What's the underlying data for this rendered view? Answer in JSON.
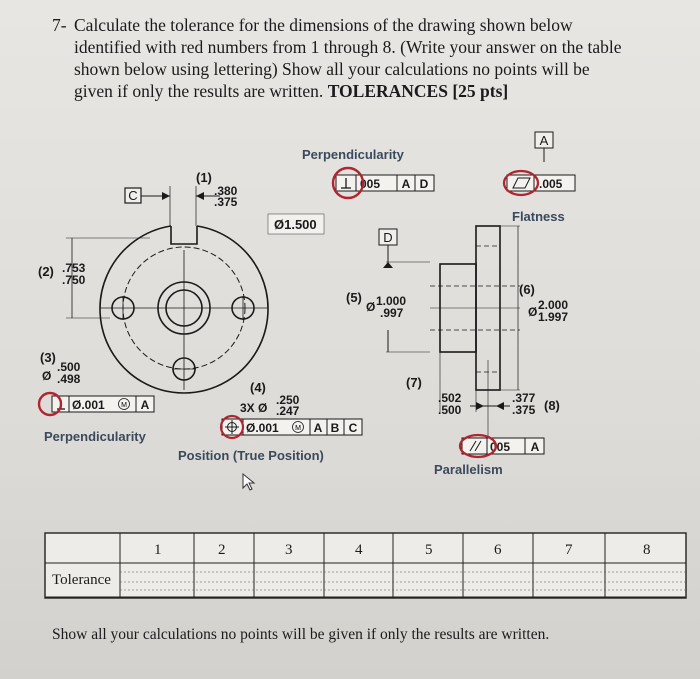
{
  "question": {
    "number": "7-",
    "lines": [
      "Calculate the tolerance for the dimensions of the drawing shown below",
      "identified with red numbers from 1 through 8. (Write your answer on the table",
      "shown below using lettering) Show all your calculations no points will be",
      "given if only the results are written."
    ],
    "bold_suffix": "TOLERANCES [25 pts]"
  },
  "drawing": {
    "labels": {
      "perpendicularity_top": "Perpendicularity",
      "fcf_top_value": "005",
      "fcf_top_datum1": "A",
      "fcf_top_datum2": "D",
      "datum_a": "A",
      "flatness_value": ".005",
      "flatness": "Flatness",
      "datum_c": "C",
      "datum_d": "D",
      "dia_1500": "Ø1.500",
      "n1": "(1)",
      "d1_upper": ".380",
      "d1_lower": ".375",
      "n2": "(2)",
      "d2_upper": ".753",
      "d2_lower": ".750",
      "n3": "(3)",
      "d3_upper": ".500",
      "d3_lower": ".498",
      "d3_prefix": "Ø",
      "fcf3_value": "Ø.001",
      "fcf3_mod": "M",
      "fcf3_datum": "A",
      "perpendicularity_bottom": "Perpendicularity",
      "n4": "(4)",
      "d4_prefix": "3X Ø",
      "d4_upper": ".250",
      "d4_lower": ".247",
      "fcf4_value": "Ø.001",
      "fcf4_mod": "M",
      "fcf4_d1": "A",
      "fcf4_d2": "B",
      "fcf4_d3": "C",
      "position": "Position (True Position)",
      "n5": "(5)",
      "d5_upper": "1.000",
      "d5_lower": ".997",
      "d5_prefix": "Ø",
      "n6": "(6)",
      "d6_upper": "2.000",
      "d6_lower": "1.997",
      "d6_prefix": "Ø",
      "n7": "(7)",
      "d7_upper": ".502",
      "d7_lower": ".500",
      "n8": "(8)",
      "d8_upper": ".377",
      "d8_lower": ".375",
      "fcf_par_value": "005",
      "fcf_par_datum": "A",
      "parallelism": "Parallelism"
    }
  },
  "table": {
    "headers": [
      "1",
      "2",
      "3",
      "4",
      "5",
      "6",
      "7",
      "8"
    ],
    "row_label": "Tolerance"
  },
  "footer": "Show all your calculations no points will be given if only the results are written.",
  "colors": {
    "red_circle": "#b02530",
    "ink": "#1a1a1a",
    "table_line": "#222222"
  }
}
